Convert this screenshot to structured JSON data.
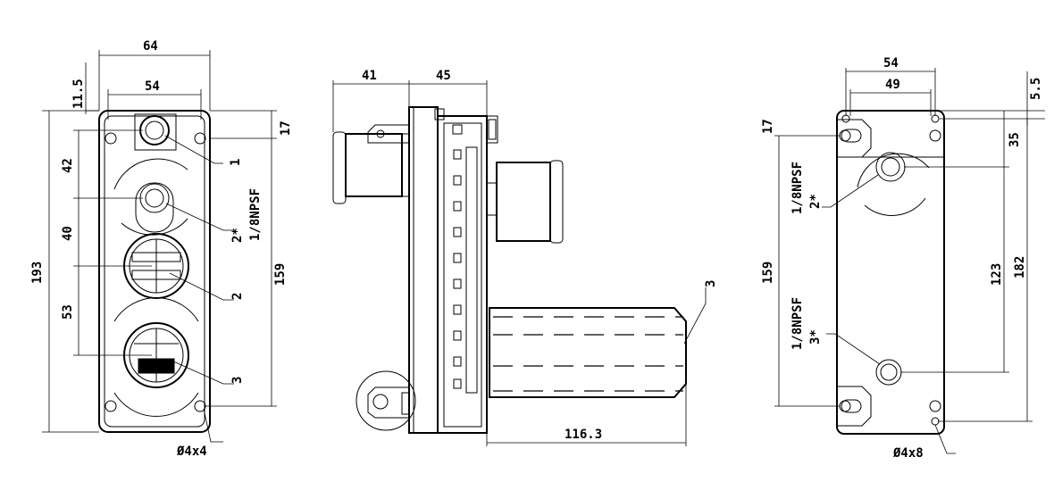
{
  "front_view": {
    "width_outer": "64",
    "width_inner": "54",
    "offset_top": "11.5",
    "dim_17": "17",
    "dim_42": "42",
    "dim_40": "40",
    "dim_53": "53",
    "height_total": "193",
    "height_inner": "159",
    "thread_label": "1/8NPSF",
    "callout_1": "1",
    "callout_2_star": "2*",
    "callout_2": "2",
    "callout_3": "3",
    "hole_spec": "Ø4x4"
  },
  "side_view": {
    "dim_41": "41",
    "dim_45": "45",
    "dim_116": "116.3",
    "callout_3": "3"
  },
  "back_view": {
    "width_outer": "54",
    "width_inner": "49",
    "offset_top": "5.5",
    "dim_17": "17",
    "dim_35": "35",
    "dim_159": "159",
    "dim_123": "123",
    "dim_182": "182",
    "thread_label_upper": "1/8NPSF",
    "callout_2_star": "2*",
    "thread_label_lower": "1/8NPSF",
    "callout_3_star": "3*",
    "hole_spec": "Ø4x8"
  }
}
